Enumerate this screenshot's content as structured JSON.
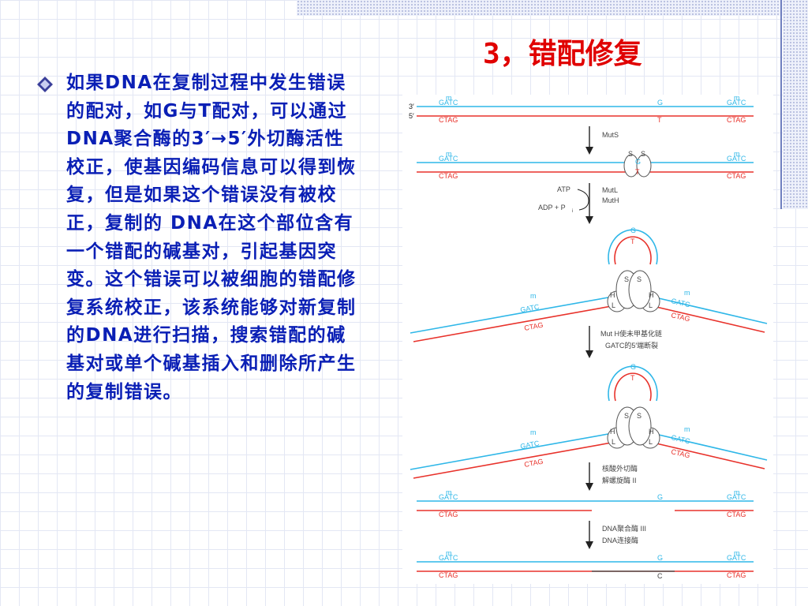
{
  "slide": {
    "title": "3，错配修复",
    "bullet_icon": "diamond-bullet-icon",
    "body_text": "如果DNA在复制过程中发生错误的配对，如G与T配对，可以通过DNA聚合酶的3′→5′外切酶活性校正，使基因编码信息可以得到恢复，但是如果这个错误没有被校正，复制的 DNA在这个部位含有一个错配的碱基对，引起基因突变。这个错误可以被细胞的错配修复系统校正，该系统能够对新复制的DNA进行扫描，搜索错配的碱基对或单个碱基插入和删除所产生的复制错误。"
  },
  "colors": {
    "title": "#e00000",
    "body_text": "#0a1fb5",
    "strand_blue": "#2fb7e8",
    "strand_red": "#e8322b",
    "protein": "#ffffff"
  },
  "diagram": {
    "strand_ends": {
      "top": "3′",
      "bottom": "5′"
    },
    "methyl_mark": "m",
    "gatc": "GATC",
    "ctag": "CTAG",
    "base_g": "G",
    "base_t": "T",
    "base_c": "C",
    "protein_s": "S",
    "protein_h": "H",
    "protein_l": "L",
    "steps": {
      "muts": "MutS",
      "atp": "ATP",
      "adp": "ADP + P",
      "adp_sub": "i",
      "mutl": "MutL",
      "muth": "MutH",
      "cleave_1": "Mut H使未甲基化链",
      "cleave_2": "GATC的5′端断裂",
      "exo_1": "核酸外切酶",
      "exo_2": "解螺旋酶 II",
      "pol_1": "DNA聚合酶 III",
      "pol_2": "DNA连接酶"
    }
  }
}
